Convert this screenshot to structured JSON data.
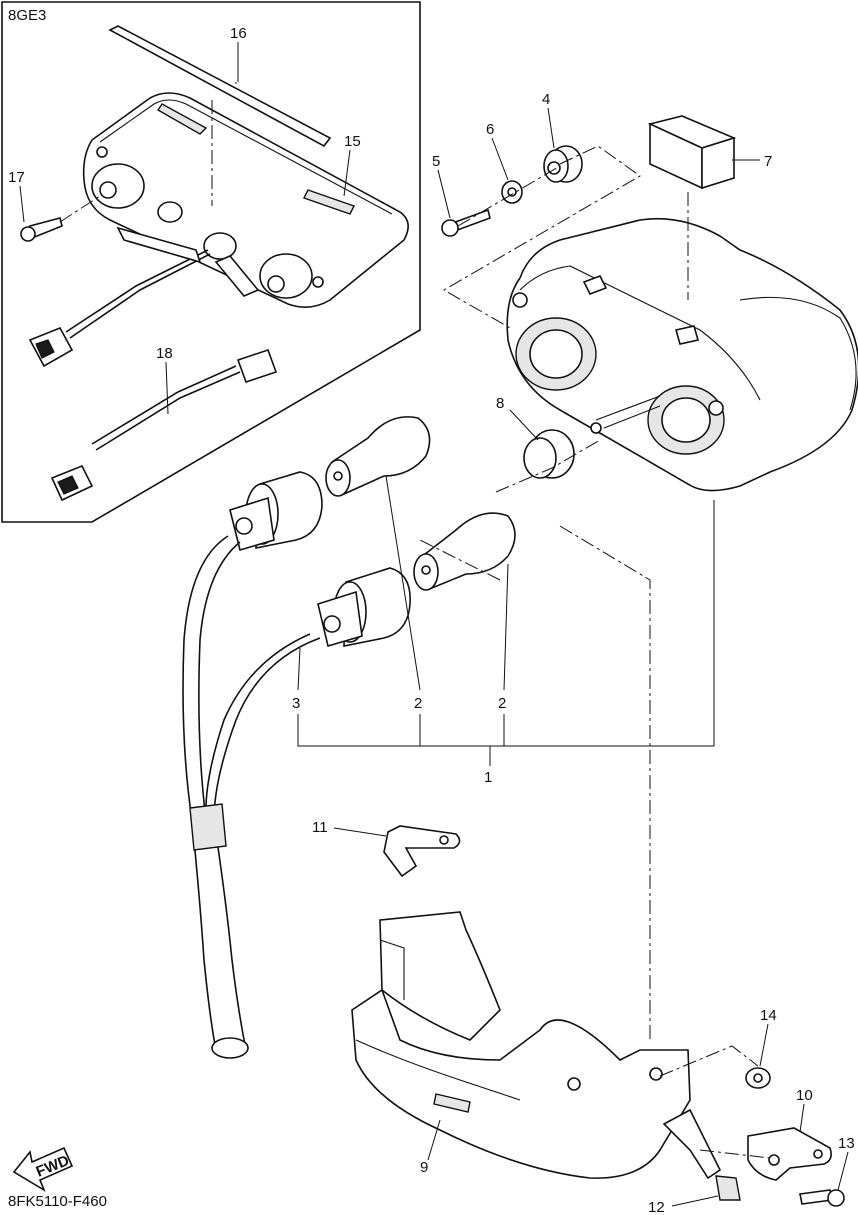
{
  "diagram": {
    "inset_code": "8GE3",
    "figure_code": "8FK5110-F460",
    "direction_label": "FWD",
    "callouts": {
      "c1": "1",
      "c2a": "2",
      "c2b": "2",
      "c3": "3",
      "c4": "4",
      "c5": "5",
      "c6": "6",
      "c7": "7",
      "c8": "8",
      "c9": "9",
      "c10": "10",
      "c11": "11",
      "c12": "12",
      "c13": "13",
      "c14": "14",
      "c15": "15",
      "c16": "16",
      "c17": "17",
      "c18": "18"
    }
  }
}
